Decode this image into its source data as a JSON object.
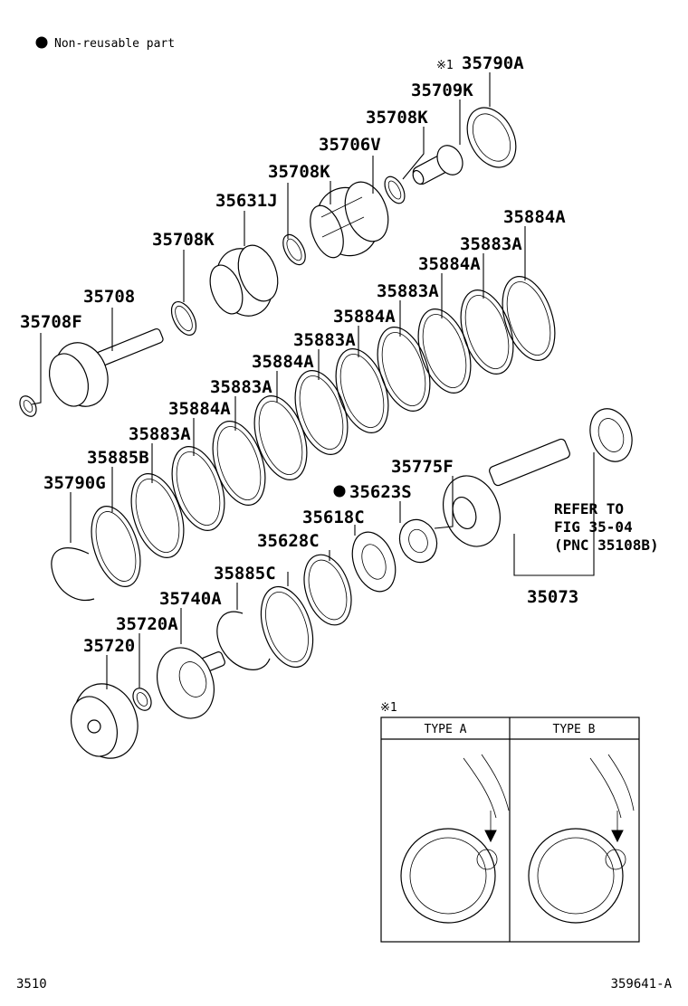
{
  "legend": {
    "symbol": "●",
    "text": "Non-reusable part"
  },
  "labels": {
    "p35790A": "35790A",
    "p35709K": "35709K",
    "p35708K_a": "35708K",
    "p35706V": "35706V",
    "p35708K_b": "35708K",
    "p35631J": "35631J",
    "p35708K_c": "35708K",
    "p35708": "35708",
    "p35708F": "35708F",
    "p35884A_1": "35884A",
    "p35883A_1": "35883A",
    "p35884A_2": "35884A",
    "p35883A_2": "35883A",
    "p35884A_3": "35884A",
    "p35883A_3": "35883A",
    "p35884A_4": "35884A",
    "p35883A_4": "35883A",
    "p35884A_5": "35884A",
    "p35883A_5": "35883A",
    "p35885B": "35885B",
    "p35790G": "35790G",
    "p35775F": "35775F",
    "p35623S": "35623S",
    "p35618C": "35618C",
    "p35628C": "35628C",
    "p35885C": "35885C",
    "p35740A": "35740A",
    "p35720A": "35720A",
    "p35720": "35720",
    "p35073": "35073"
  },
  "marks": {
    "ref1": "※1",
    "non_reusable": "●"
  },
  "refer_note": [
    "REFER TO",
    "FIG 35-04",
    "(PNC 35108B)"
  ],
  "detail_box": {
    "ref": "※1",
    "type_a": "TYPE A",
    "type_b": "TYPE B"
  },
  "footer": {
    "left": "3510",
    "right": "359641-A"
  }
}
